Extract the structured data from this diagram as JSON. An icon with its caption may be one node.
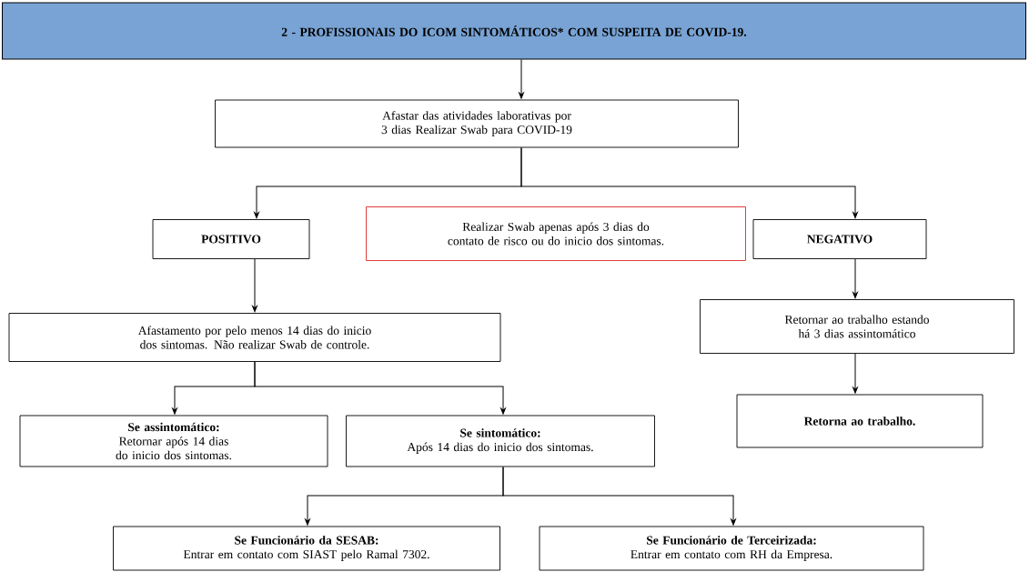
{
  "diagram": {
    "nodes": [
      {
        "text": [
          "2 - PROFISSIONAIS DO ICOM SINTOMÁTICOS* COM SUSPEITA DE COVID-19."
        ]
      },
      {
        "text": [
          "Afastar das atividades laborativas por 3 dias Realizar Swab para COVID-19"
        ]
      },
      {
        "text": [
          "POSITIVO"
        ]
      },
      {
        "text": [
          "Realizar Swab apenas após 3 dias do contato de risco ou do inicio dos sintomas."
        ]
      },
      {
        "text": [
          "NEGATIVO"
        ]
      },
      {
        "text": [
          "Afastamento por pelo menos 14 dias do inicio dos sintomas. Não realizar Swab de controle."
        ]
      },
      {
        "text": [
          "Retornar ao trabalho estando há 3 dias assintomático"
        ]
      },
      {
        "text": [
          "Se assintomático:",
          "Retornar após 14 dias do inicio dos sintomas."
        ]
      },
      {
        "text": [
          "Se sintomático:",
          "Após 14 dias do inicio dos sintomas."
        ]
      },
      {
        "text": [
          "Retorna ao trabalho."
        ]
      },
      {
        "text": [
          "Se Funcionário da SESAB:",
          "Entrar em contato com SIAST pelo Ramal 7302."
        ]
      },
      {
        "text": [
          "Se Funcionário de Terceirizada:",
          "Entrar em contato com RH da Empresa."
        ]
      }
    ],
    "edges": [
      {
        "from": 0,
        "to": 1,
        "arrow": "to"
      },
      {
        "from": 1,
        "to": 2,
        "arrow": "to"
      },
      {
        "from": 1,
        "to": 4,
        "arrow": "to"
      },
      {
        "from": 2,
        "to": 5,
        "arrow": "to"
      },
      {
        "from": 4,
        "to": 6,
        "arrow": "to"
      },
      {
        "from": 5,
        "to": 7,
        "arrow": "to"
      },
      {
        "from": 5,
        "to": 8,
        "arrow": "to"
      },
      {
        "from": 6,
        "to": 9,
        "arrow": "to"
      },
      {
        "from": 8,
        "to": 10,
        "arrow": "to"
      },
      {
        "from": 8,
        "to": 11,
        "arrow": "to"
      }
    ]
  }
}
